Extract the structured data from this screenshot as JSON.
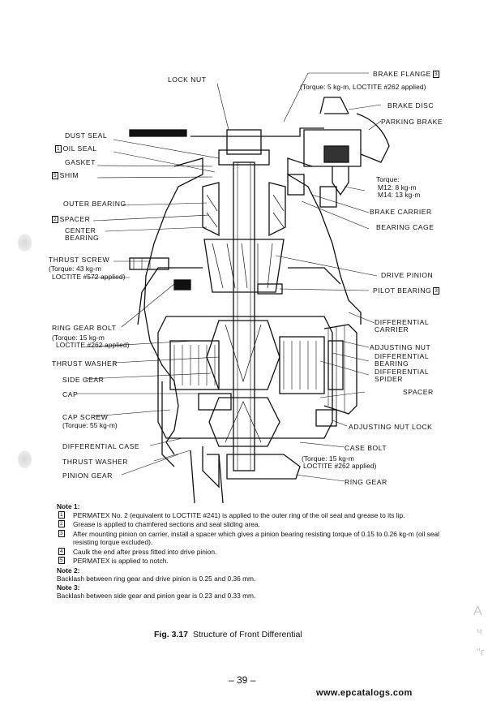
{
  "labels": {
    "lock_nut": "LOCK NUT",
    "brake_flange": "BRAKE FLANGE",
    "brake_flange_mark": "3",
    "brake_flange_torque": "(Torque:  5 kg-m, LOCTITE #262 applied)",
    "brake_disc": "BRAKE DISC",
    "parking_brake": "PARKING BRAKE",
    "dust_seal": "DUST SEAL",
    "oil_seal": "OIL SEAL",
    "oil_seal_mark": "1",
    "gasket": "GASKET",
    "shim": "SHIM",
    "shim_mark": "5",
    "torque_right_1": "Torque:",
    "torque_right_2": "M12:    8 kg-m",
    "torque_right_3": "M14:  13 kg-m",
    "outer_bearing": "OUTER BEARING",
    "brake_carrier": "BRAKE CARRIER",
    "spacer_top": "SPACER",
    "spacer_top_mark": "2",
    "bearing_cage": "BEARING CAGE",
    "center_bearing_1": "CENTER",
    "center_bearing_2": "BEARING",
    "thrust_screw": "THRUST SCREW",
    "thrust_screw_torque_1": "(Torque:  43 kg-m",
    "thrust_screw_torque_2": "LOCTITE #572 applied)",
    "drive_pinion": "DRIVE PINION",
    "pilot_bearing": "PILOT BEARING",
    "pilot_bearing_mark": "3",
    "differential_carrier_1": "DIFFERENTIAL",
    "differential_carrier_2": "CARRIER",
    "ring_gear_bolt": "RING GEAR BOLT",
    "ring_gear_bolt_torque_1": "(Torque:  15 kg-m",
    "ring_gear_bolt_torque_2": "LOCTITE #262 applied)",
    "adjusting_nut": "ADJUSTING NUT",
    "differential_bearing_1": "DIFFERENTIAL",
    "differential_bearing_2": "BEARING",
    "thrust_washer_1": "THRUST WASHER",
    "differential_spider_1": "DIFFERENTIAL",
    "differential_spider_2": "SPIDER",
    "side_gear": "SIDE GEAR",
    "spacer_right": "SPACER",
    "cap": "CAP",
    "cap_screw": "CAP SCREW",
    "cap_screw_torque": "(Torque:  55 kg-m)",
    "adjusting_nut_lock": "ADJUSTING NUT LOCK",
    "differential_case": "DIFFERENTIAL CASE",
    "case_bolt": "CASE BOLT",
    "case_bolt_torque_1": "(Torque:  15 kg-m",
    "case_bolt_torque_2": "LOCTITE #262 applied)",
    "thrust_washer_2": "THRUST WASHER",
    "pinion_gear": "PINION GEAR",
    "ring_gear": "RING GEAR"
  },
  "notes": {
    "note1_title": "Note 1:",
    "items": [
      {
        "mark": "1",
        "text": "PERMATEX No. 2 (equivalent to LOCTITE #241) is applied to the outer ring of the oil seal and grease to its lip."
      },
      {
        "mark": "2",
        "text": "Grease is applied to chamfered sections and seal sliding area."
      },
      {
        "mark": "3",
        "text": "After mounting pinion on carrier, install a spacer which gives a pinion bearing resisting torque of 0.15 to 0.26 kg-m (oil seal resisting torque excluded)."
      },
      {
        "mark": "4",
        "text": "Caulk the end after press fitted into drive pinion."
      },
      {
        "mark": "5",
        "text": "PERMATEX is applied to notch."
      }
    ],
    "note2_title": "Note 2:",
    "note2_text": "Backlash between ring gear and drive pinion is 0.25 and 0.36 mm.",
    "note3_title": "Note 3:",
    "note3_text": "Backlash between side gear and pinion gear is 0.23 and 0.33 mm."
  },
  "caption": {
    "fig": "Fig. 3.17",
    "text": "Structure of Front Differential"
  },
  "page_number": "– 39 –",
  "website": "www.epcatalogs.com",
  "colors": {
    "ink": "#111111",
    "paper": "#ffffff"
  }
}
